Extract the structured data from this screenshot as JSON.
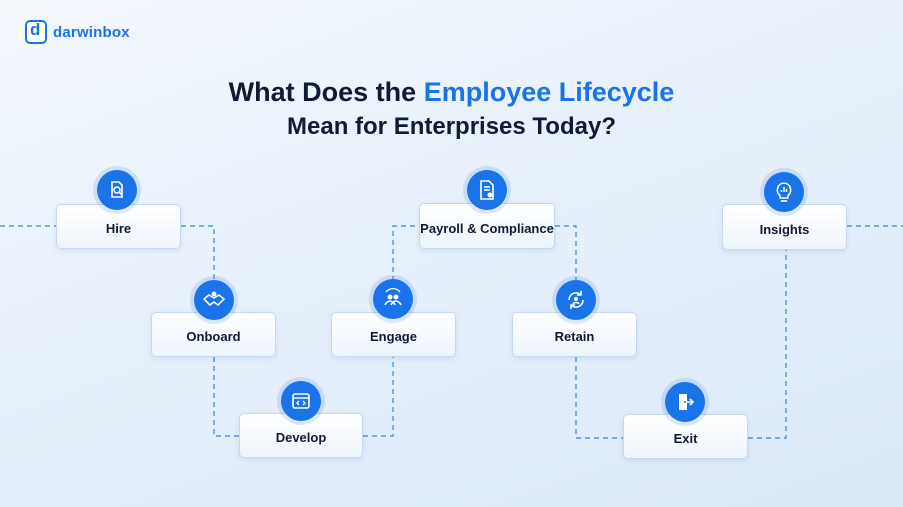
{
  "brand": {
    "name": "darwinbox",
    "logo_icon": "darwinbox-logo-icon"
  },
  "title": {
    "line1_prefix": "What Does the ",
    "line1_highlight": "Employee Lifecycle",
    "line2": "Mean for Enterprises Today?"
  },
  "colors": {
    "accent": "#1a73e8",
    "text": "#101a33",
    "connector": "#2f87d8"
  },
  "stages": [
    {
      "label": "Hire",
      "icon": "magnifier-document-icon"
    },
    {
      "label": "Onboard",
      "icon": "handshake-icon"
    },
    {
      "label": "Develop",
      "icon": "code-window-icon"
    },
    {
      "label": "Engage",
      "icon": "people-cycle-icon"
    },
    {
      "label": "Payroll & Compliance",
      "icon": "payroll-document-icon"
    },
    {
      "label": "Retain",
      "icon": "refresh-person-icon"
    },
    {
      "label": "Exit",
      "icon": "exit-door-icon"
    },
    {
      "label": "Insights",
      "icon": "bulb-chart-icon"
    }
  ]
}
